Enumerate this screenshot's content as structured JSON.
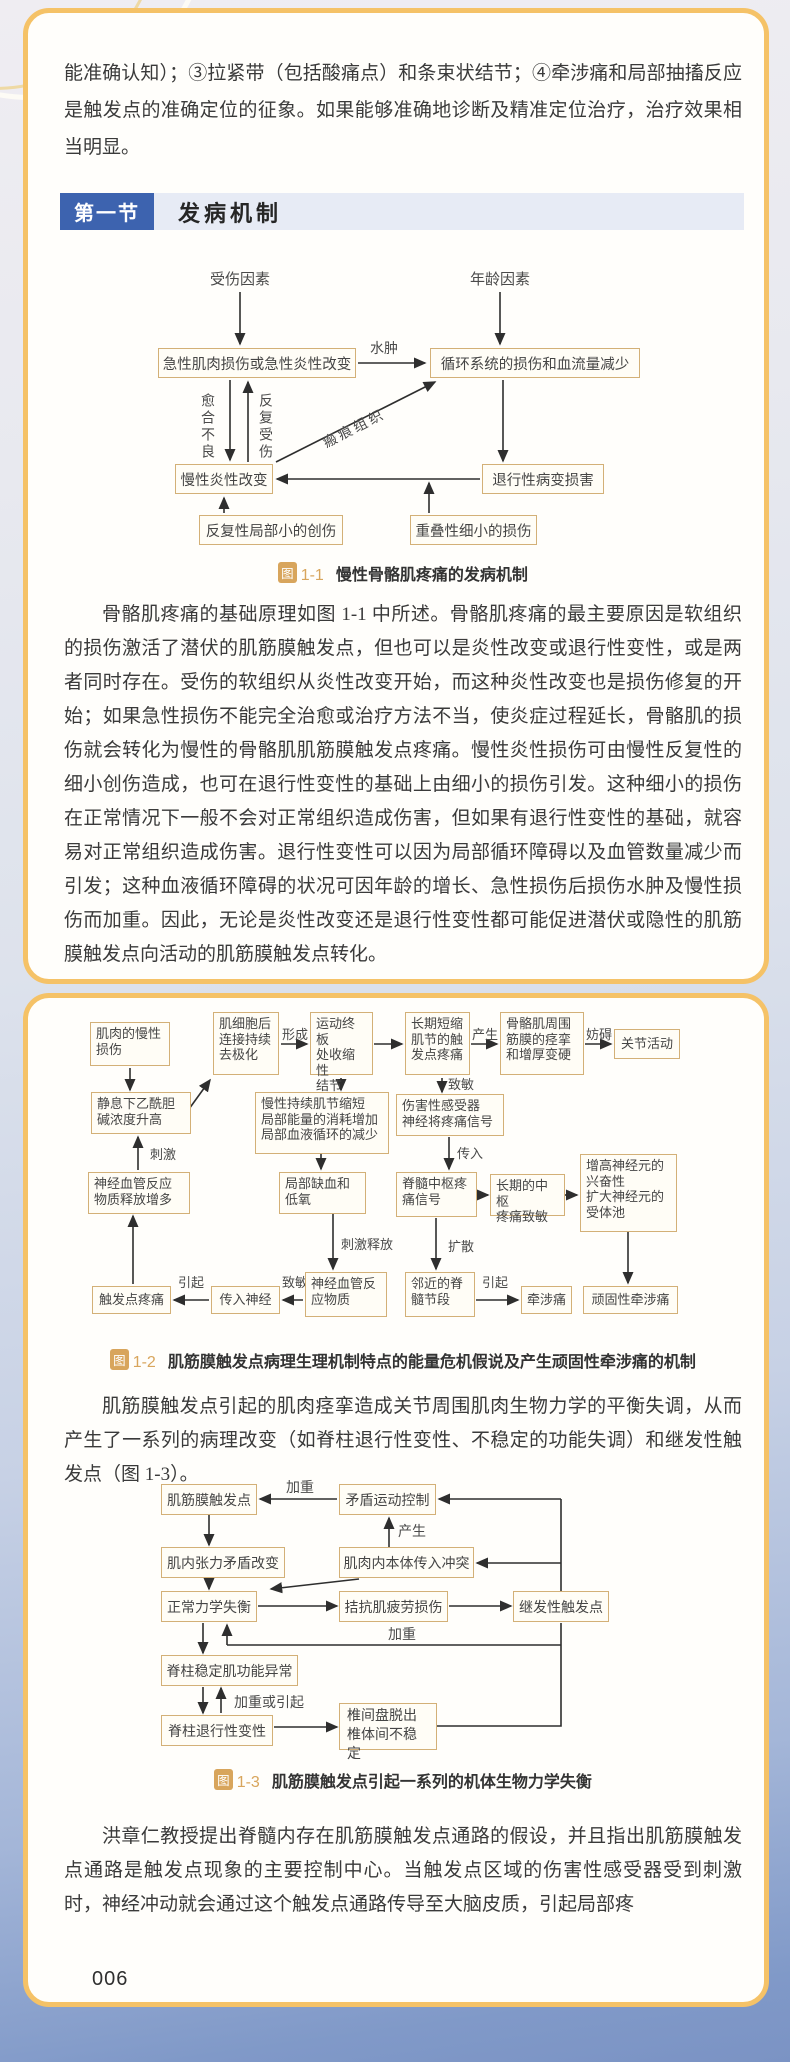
{
  "page": {
    "number": "006"
  },
  "card1": {
    "intro": "能准确认知）；③拉紧带（包括酸痛点）和条束状结节；④牵涉痛和局部抽搐反应是触发点的准确定位的征象。如果能够准确地诊断及精准定位治疗，治疗效果相当明显。",
    "section": {
      "badge": "第一节",
      "title": "发病机制"
    },
    "body": "骨骼肌疼痛的基础原理如图 1-1 中所述。骨骼肌疼痛的最主要原因是软组织的损伤激活了潜伏的肌筋膜触发点，但也可以是炎性改变或退行性变性，或是两者同时存在。受伤的软组织从炎性改变开始，而这种炎性改变也是损伤修复的开始；如果急性损伤不能完全治愈或治疗方法不当，使炎症过程延长，骨骼肌的损伤就会转化为慢性的骨骼肌肌筋膜触发点疼痛。慢性炎性损伤可由慢性反复性的细小创伤造成，也可在退行性变性的基础上由细小的损伤引发。这种细小的损伤在正常情况下一般不会对正常组织造成伤害，但如果有退行性变性的基础，就容易对正常组织造成伤害。退行性变性可以因为局部循环障碍以及血管数量减少而引发；这种血液循环障碍的状况可因年龄的增长、急性损伤后损伤水肿及慢性损伤而加重。因此，无论是炎性改变还是退行性变性都可能促进潜伏或隐性的肌筋膜触发点向活动的肌筋膜触发点转化。"
  },
  "fig1": {
    "caption": {
      "tag": "图",
      "num": "1-1",
      "text": "慢性骨骼肌疼痛的发病机制"
    },
    "nodes": {
      "injury_factor": "受伤因素",
      "age_factor": "年龄因素",
      "acute": "急性肌肉损伤或急性炎性改变",
      "circulation": "循环系统的损伤和血流量减少",
      "chronic_inflam": "慢性炎性改变",
      "degeneration": "退行性病变损害",
      "repeated_trauma": "反复性局部小的创伤",
      "overlap_injury": "重叠性细小的损伤"
    },
    "labels": {
      "edema": "水肿",
      "poor_healing": "愈合不良",
      "repeated_injury": "反复受伤",
      "scar_tissue": "瘢痕组织"
    }
  },
  "fig2": {
    "caption": {
      "tag": "图",
      "num": "1-2",
      "text": "肌筋膜触发点病理生理机制特点的能量危机假说及产生顽固性牵涉痛的机制"
    },
    "nodes": {
      "a1": "肌肉的慢性\n损伤",
      "a2": "肌细胞后\n连接持续\n去极化",
      "a3": "运动终板\n处收缩性\n结节",
      "a4": "长期短缩\n肌节的触\n发点疼痛",
      "a5": "骨骼肌周围\n筋膜的痉挛\n和增厚变硬",
      "a6": "关节活动",
      "lb1": "静息下乙酰胆\n碱浓度升高",
      "lb2": "神经血管反应\n物质释放增多",
      "lb3": "触发点疼痛",
      "c1": "慢性持续肌节缩短\n局部能量的消耗增加\n局部血液循环的减少",
      "c2": "局部缺血和\n低氧",
      "c3": "神经血管反\n应物质",
      "c4": "传入神经",
      "d1": "伤害性感受器\n神经将疼痛信号",
      "d2": "脊髓中枢疼\n痛信号",
      "d3": "长期的中枢\n疼痛致敏",
      "d4": "增高神经元的\n兴奋性\n扩大神经元的\n受体池",
      "d5": "邻近的脊\n髓节段",
      "d6": "牵涉痛",
      "d7": "顽固性牵涉痛"
    },
    "labels": {
      "form": "形成",
      "produce": "产生",
      "hinder": "妨碍",
      "sensitize_top": "致敏",
      "stimulate": "刺激",
      "afferent_in": "传入",
      "stimulate_release": "刺激释放",
      "spread": "扩散",
      "sensitize_mid": "致敏",
      "cause_left": "引起",
      "cause_right": "引起"
    }
  },
  "para2": "肌筋膜触发点引起的肌肉痉挛造成关节周围肌肉生物力学的平衡失调，从而产生了一系列的病理改变（如脊柱退行性变性、不稳定的功能失调）和继发性触发点（图 1-3）。",
  "fig3": {
    "caption": {
      "tag": "图",
      "num": "1-3",
      "text": "肌筋膜触发点引起一系列的机体生物力学失衡"
    },
    "nodes": {
      "trigger_point": "肌筋膜触发点",
      "paradox_motor": "矛盾运动控制",
      "tension_change": "肌内张力矛盾改变",
      "proprio_conflict": "肌肉内本体传入冲突",
      "mech_imbalance": "正常力学失衡",
      "antagonist_fatigue": "拮抗肌疲劳损伤",
      "secondary_tp": "继发性触发点",
      "stabilizer_dysfunction": "脊柱稳定肌功能异常",
      "spine_degeneration": "脊柱退行性变性",
      "disc": "椎间盘脱出\n椎体间不稳定"
    },
    "labels": {
      "aggravate_top": "加重",
      "produce": "产生",
      "aggravate_mid": "加重",
      "aggravate_or_cause": "加重或引起"
    }
  },
  "para3": "洪章仁教授提出脊髓内存在肌筋膜触发点通路的假设，并且指出肌筋膜触发点通路是触发点现象的主要控制中心。当触发点区域的伤害性感受器受到刺激时，神经冲动就会通过这个触发点通路传导至大脑皮质，引起局部疼"
}
